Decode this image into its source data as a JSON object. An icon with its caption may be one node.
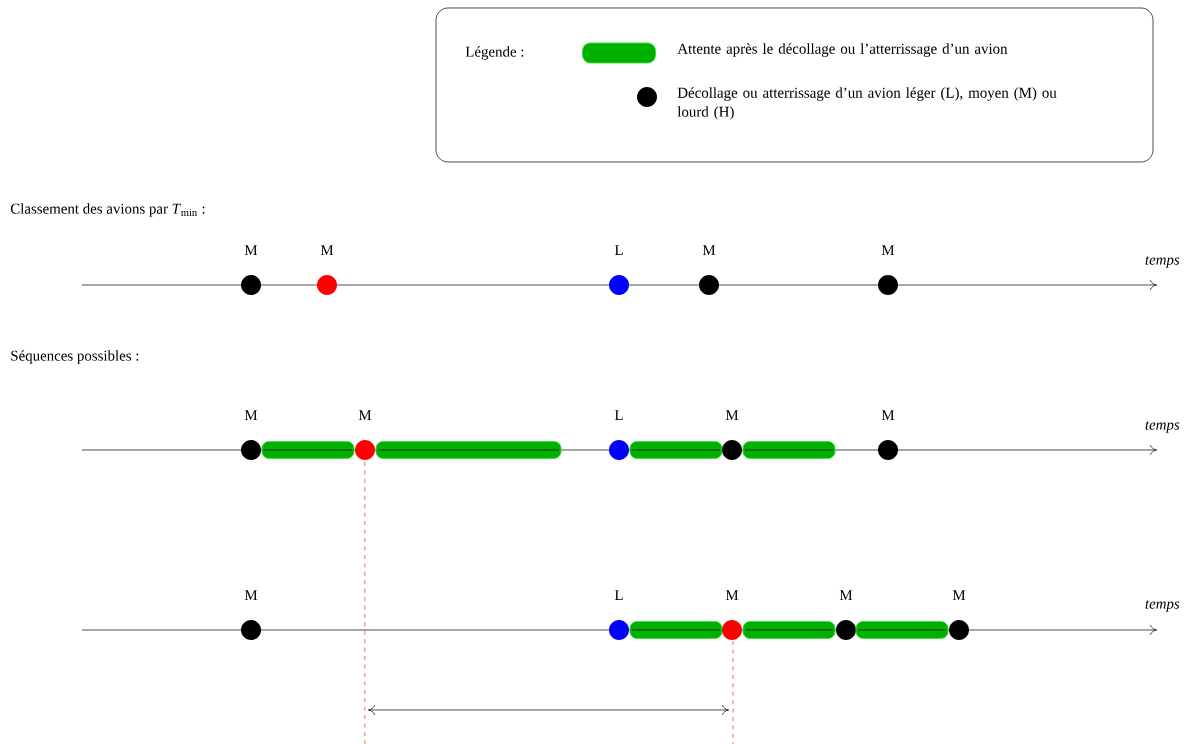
{
  "diagram": {
    "nodes": [
      {
        "text": [
          "M"
        ]
      },
      {
        "text": [
          "M"
        ]
      },
      {
        "text": [
          "L"
        ]
      },
      {
        "text": [
          "M"
        ]
      },
      {
        "text": [
          "M"
        ]
      },
      {
        "text": [
          "M"
        ]
      },
      {
        "text": [],
        "shape": "bar"
      },
      {
        "text": [
          "M"
        ]
      },
      {
        "text": [],
        "shape": "bar"
      },
      {
        "text": [
          "L"
        ]
      },
      {
        "text": [],
        "shape": "bar"
      },
      {
        "text": [
          "M"
        ]
      },
      {
        "text": [],
        "shape": "bar"
      },
      {
        "text": [
          "M"
        ]
      },
      {
        "text": [
          "M"
        ]
      },
      {
        "text": [
          "L"
        ]
      },
      {
        "text": [],
        "shape": "bar"
      },
      {
        "text": [
          "M"
        ]
      },
      {
        "text": [],
        "shape": "bar"
      },
      {
        "text": [
          "M"
        ]
      },
      {
        "text": [],
        "shape": "bar"
      },
      {
        "text": [
          "M"
        ]
      }
    ],
    "labels": [
      "Légende :",
      "Classement des avions par *T*$_{min}$ :",
      "temps",
      "Séquences possibles :",
      "temps",
      "temps"
    ],
    "legend": [
      {
        "text": "Attente après le décollage ou l’atterrissage d’un avion",
        "color": "#00b000"
      },
      {
        "text": "Décollage ou atterrissage d’un avion léger (L), moyen (M) ou lourd (H)"
      }
    ]
  }
}
